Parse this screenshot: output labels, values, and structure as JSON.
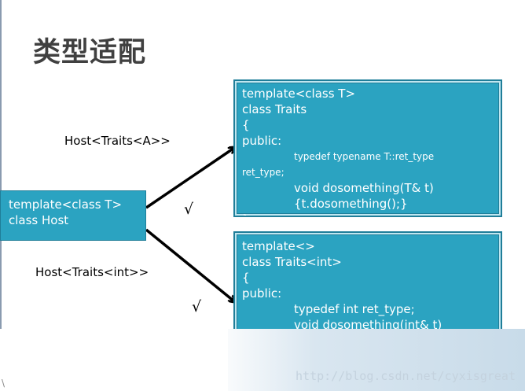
{
  "title": "类型适配",
  "host_box": {
    "lines": [
      "template<class T>",
      "class Host"
    ]
  },
  "traits_generic": {
    "lines": [
      "template<class T>",
      "class Traits",
      "{",
      "public:"
    ],
    "typedef_line": "typedef typename T::ret_type",
    "wrap_line": "ret_type;",
    "method_line": "void dosomething(T& t)",
    "body_line": "{t.dosomething();}",
    "close_line": "};"
  },
  "traits_int": {
    "lines": [
      "template<>",
      "class Traits<int>",
      "{",
      "public:"
    ],
    "indented": [
      "typedef int ret_type;",
      "void dosomething(int& t)",
      "{}"
    ],
    "close_line": "};"
  },
  "edge_labels": {
    "top": "Host<Traits<A>>",
    "bottom": "Host<Traits<int>>"
  },
  "checks": {
    "top": "√",
    "bottom": "√"
  },
  "watermark": "http://blog.csdn.net/cyxisgreat",
  "corner_mark": "\\",
  "colors": {
    "box": "#2ba3c1",
    "box_border": "#1f7e99",
    "title": "#404040",
    "arrow": "#000000"
  }
}
